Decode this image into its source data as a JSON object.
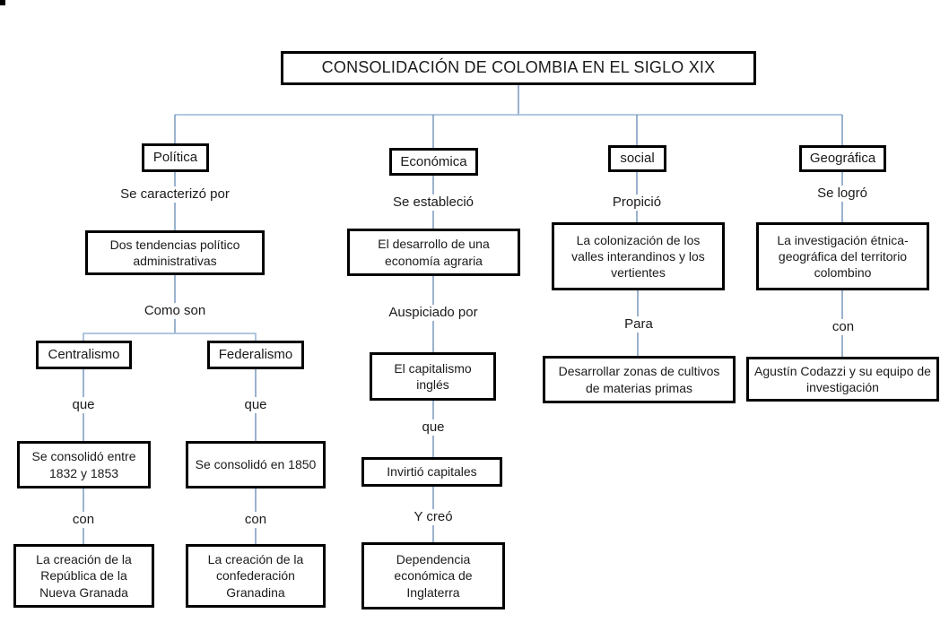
{
  "colors": {
    "background": "#ffffff",
    "text": "#1a1a1a",
    "box_border": "#000000",
    "connector_dark": "#6e92b8",
    "connector_light": "#a6bfdb"
  },
  "title": "CONSOLIDACIÓN DE COLOMBIA EN EL SIGLO XIX",
  "branches": {
    "politica": {
      "label": "Política",
      "edge_caracterizo": "Se caracterizó por",
      "node_tendencias": "Dos tendencias político administrativas",
      "edge_como_son": "Como son",
      "children": {
        "centralismo": {
          "label": "Centralismo",
          "edge_que": "que",
          "node_consolido": "Se consolidó entre 1832 y 1853",
          "edge_con": "con",
          "node_creacion": "La creación de la República de la Nueva Granada"
        },
        "federalismo": {
          "label": "Federalismo",
          "edge_que": "que",
          "node_consolido": "Se consolidó en 1850",
          "edge_con": "con",
          "node_creacion": "La creación de la confederación Granadina"
        }
      }
    },
    "economica": {
      "label": "Económica",
      "edge_establecio": "Se estableció",
      "node_desarrollo": "El desarrollo de una economía agraria",
      "edge_auspiciado": "Auspiciado por",
      "node_capitalismo": "El capitalismo inglés",
      "edge_que": "que",
      "node_invirtio": "Invirtió capitales",
      "edge_y_creo": "Y creó",
      "node_dependencia": "Dependencia económica de Inglaterra"
    },
    "social": {
      "label": "social",
      "edge_propicio": "Propició",
      "node_colonizacion": "La colonización de los valles interandinos y los vertientes",
      "edge_para": "Para",
      "node_desarrollar": "Desarrollar zonas de cultivos de materias primas"
    },
    "geografica": {
      "label": "Geográfica",
      "edge_logro": "Se logró",
      "node_investigacion": "La investigación étnica-geográfica del territorio colombino",
      "edge_con": "con",
      "node_codazzi": "Agustín Codazzi y su equipo de investigación"
    }
  }
}
